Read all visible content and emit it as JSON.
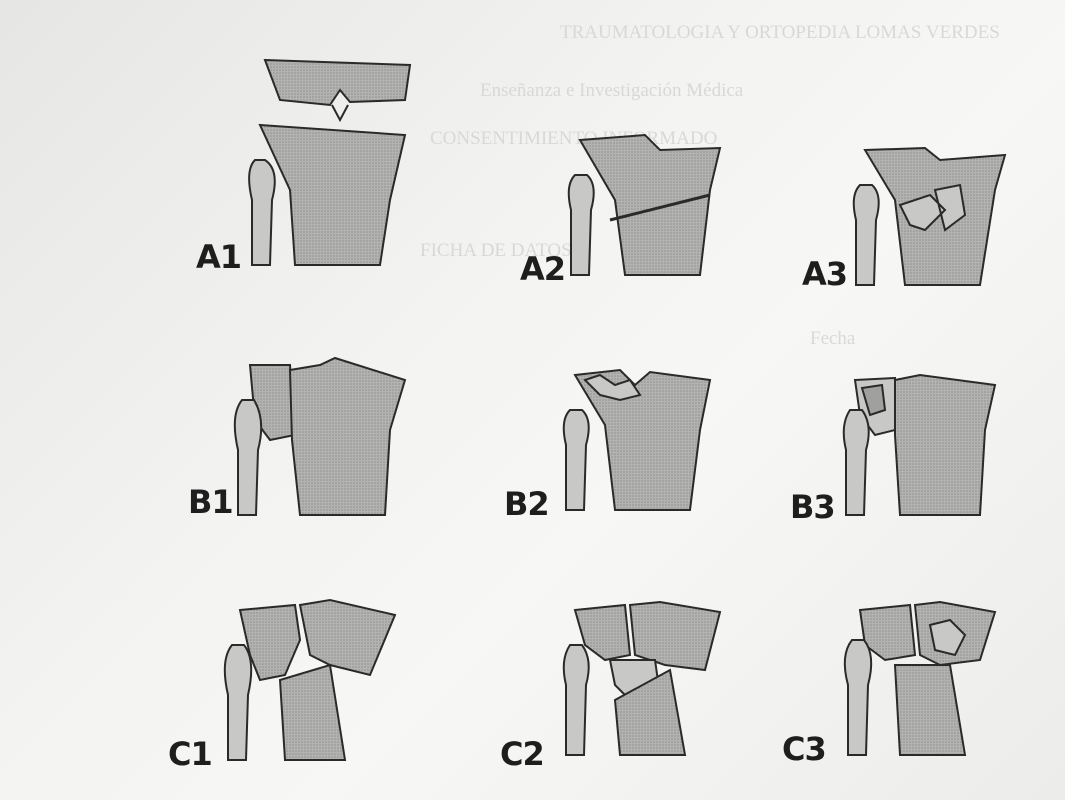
{
  "bleed_through": [
    "TRAUMATOLOGIA Y ORTOPEDIA LOMAS VERDES",
    "Enseñanza e Investigación Médica",
    "CONSENTIMIENTO INFORMADO",
    "FICHA DE DATOS",
    "Fecha"
  ],
  "figures": [
    {
      "id": "A1",
      "label": "A1"
    },
    {
      "id": "A2",
      "label": "A2"
    },
    {
      "id": "A3",
      "label": "A3"
    },
    {
      "id": "B1",
      "label": "B1"
    },
    {
      "id": "B2",
      "label": "B2"
    },
    {
      "id": "B3",
      "label": "B3"
    },
    {
      "id": "C1",
      "label": "C1"
    },
    {
      "id": "C2",
      "label": "C2"
    },
    {
      "id": "C3",
      "label": "C3"
    }
  ],
  "colors": {
    "bone": "#a9a9a7",
    "bone_light": "#c8c8c6",
    "outline": "#2a2a2a",
    "paper": "#f3f3f1"
  }
}
